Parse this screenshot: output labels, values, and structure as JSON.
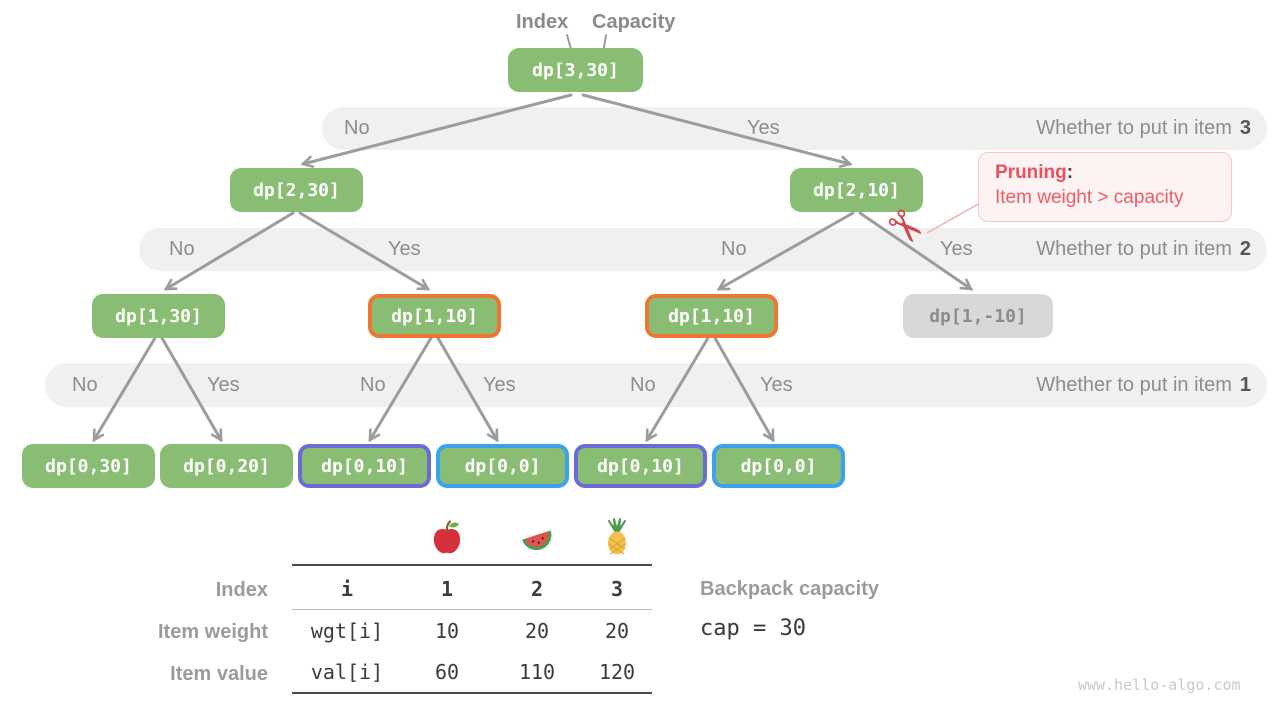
{
  "colors": {
    "node_green": "#89bd74",
    "node_gray": "#d8d8d8",
    "orange_border": "#ee7633",
    "purple_border": "#6b6bd8",
    "blue_border": "#3ba2f2",
    "band_bg": "#f0f0f0",
    "prune_red": "#ef5b64",
    "arrow_gray": "#9c9c9c"
  },
  "header": {
    "index": "Index",
    "capacity": "Capacity"
  },
  "tree": {
    "root": "dp[3,30]",
    "level2": [
      "dp[2,30]",
      "dp[2,10]"
    ],
    "level1": [
      "dp[1,30]",
      "dp[1,10]",
      "dp[1,10]",
      "dp[1,-10]"
    ],
    "level0": [
      "dp[0,30]",
      "dp[0,20]",
      "dp[0,10]",
      "dp[0,0]",
      "dp[0,10]",
      "dp[0,0]"
    ],
    "bands": [
      {
        "choices": [
          "No",
          "Yes"
        ],
        "question": "Whether to put in item",
        "item": "3"
      },
      {
        "choices": [
          "No",
          "Yes",
          "No",
          "Yes"
        ],
        "question": "Whether to put in item",
        "item": "2"
      },
      {
        "choices": [
          "No",
          "Yes",
          "No",
          "Yes",
          "No",
          "Yes"
        ],
        "question": "Whether to put in item",
        "item": "1"
      }
    ]
  },
  "pruning": {
    "title": "Pruning",
    "colon": ":",
    "detail": "Item weight > capacity",
    "icon": "scissors-icon"
  },
  "table": {
    "fruit_icons": [
      "apple-icon",
      "watermelon-icon",
      "pineapple-icon"
    ],
    "row_labels": [
      "Index",
      "Item weight",
      "Item value"
    ],
    "header": [
      "i",
      "1",
      "2",
      "3"
    ],
    "rows": [
      {
        "name": "wgt[i]",
        "values": [
          "10",
          "20",
          "20"
        ]
      },
      {
        "name": "val[i]",
        "values": [
          "60",
          "110",
          "120"
        ]
      }
    ]
  },
  "capacity": {
    "label": "Backpack capacity",
    "code": "cap = 30"
  },
  "watermark": "www.hello-algo.com"
}
